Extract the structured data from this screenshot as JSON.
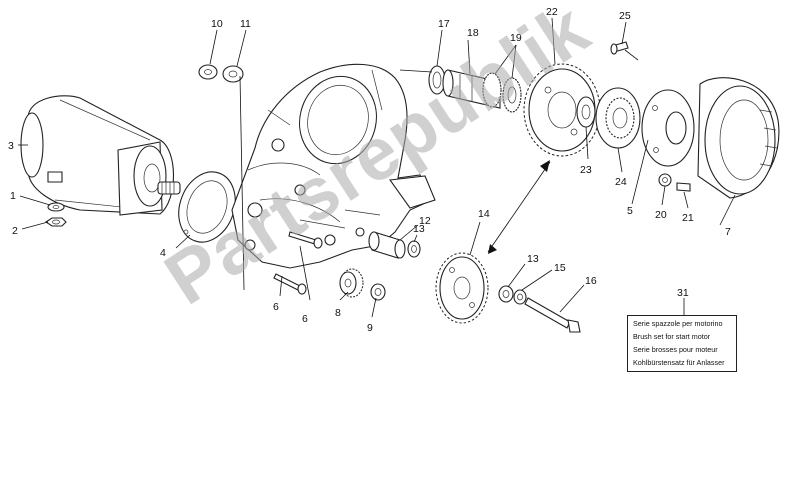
{
  "callouts": {
    "n1": "1",
    "n2": "2",
    "n3": "3",
    "n4": "4",
    "n5": "5",
    "n6a": "6",
    "n6b": "6",
    "n7": "7",
    "n8": "8",
    "n9": "9",
    "n10": "10",
    "n11": "11",
    "n12": "12",
    "n13a": "13",
    "n13b": "13",
    "n14": "14",
    "n15": "15",
    "n16": "16",
    "n17": "17",
    "n18": "18",
    "n19": "19",
    "n20": "20",
    "n21": "21",
    "n22": "22",
    "n23": "23",
    "n24": "24",
    "n25": "25",
    "n31": "31"
  },
  "note_box": {
    "lines": [
      "Serie spazzole per motorino",
      "Brush set for start motor",
      "Serie brosses pour moteur",
      "Kohlbürstensatz für Anlasser"
    ]
  },
  "watermark": {
    "text": "Partsrepublik"
  },
  "colors": {
    "ink": "#111111",
    "paper": "#ffffff",
    "watermark": "#aaaaaa"
  }
}
